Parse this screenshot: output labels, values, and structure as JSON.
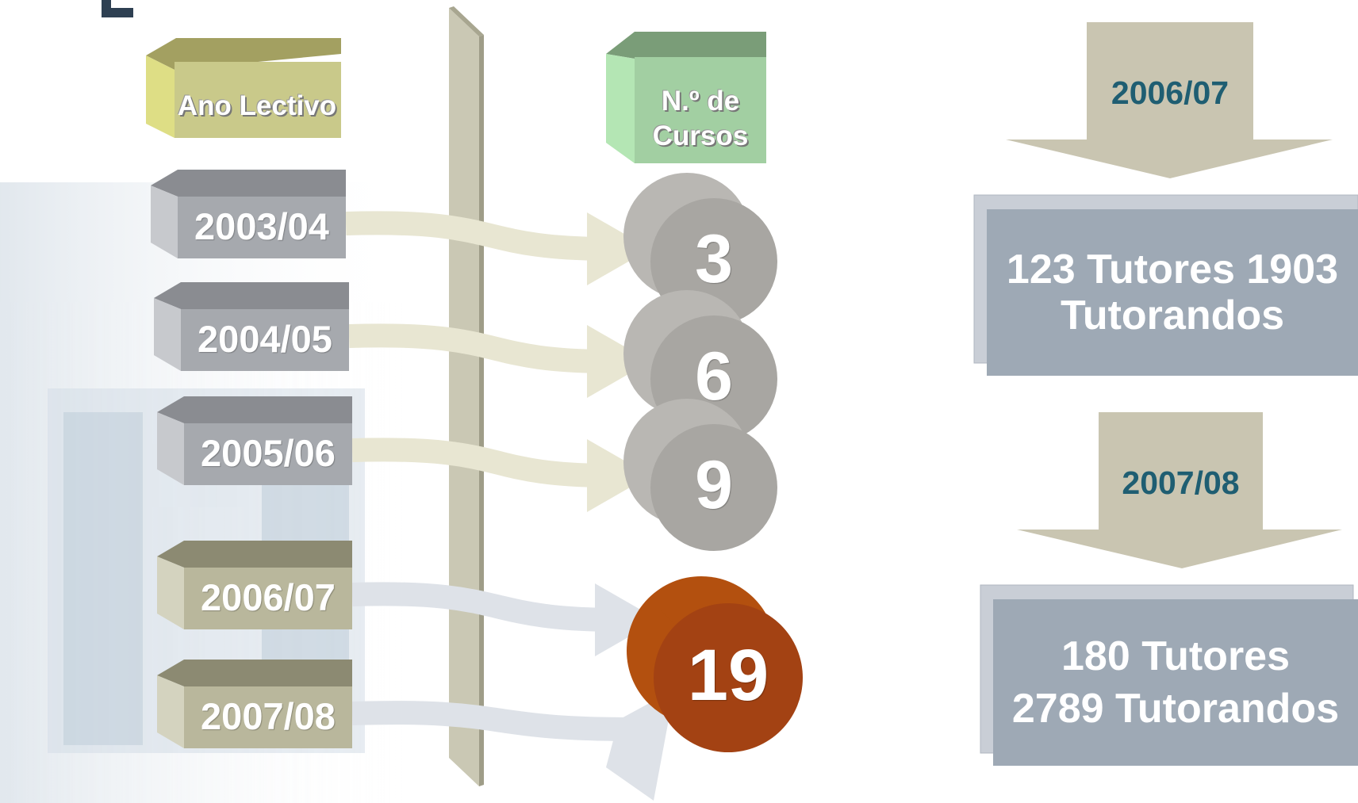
{
  "headers": {
    "year": "Ano Lectivo",
    "courses_line1": "N.º de",
    "courses_line2": "Cursos"
  },
  "years": [
    {
      "label": "2003/04",
      "courses": "3"
    },
    {
      "label": "2004/05",
      "courses": "6"
    },
    {
      "label": "2005/06",
      "courses": "9"
    },
    {
      "label": "2006/07",
      "courses": "19"
    },
    {
      "label": "2007/08",
      "courses": "19"
    }
  ],
  "right_panel": {
    "arrow1_label": "2006/07",
    "box1_line1": "123 Tutores 1903",
    "box1_line2": "Tutorandos",
    "arrow2_label": "2007/08",
    "box2_line1": "180 Tutores",
    "box2_line2": "2789 Tutorandos"
  },
  "colors": {
    "header_year": "#c9c98a",
    "header_courses": "#a2cfa2",
    "block_early": "#a6a9ae",
    "block_recent": "#b9b79c",
    "cylinder_gray": "#a8a6a2",
    "cylinder_orange": "#a34213",
    "divider": "#cac8b4",
    "arrow_early": "#e8e6d2",
    "arrow_recent": "#dee2e8",
    "down_arrow": "#c9c5b1",
    "info_box": "#9ea9b5",
    "arrow_label_text": "#1f5e72"
  }
}
